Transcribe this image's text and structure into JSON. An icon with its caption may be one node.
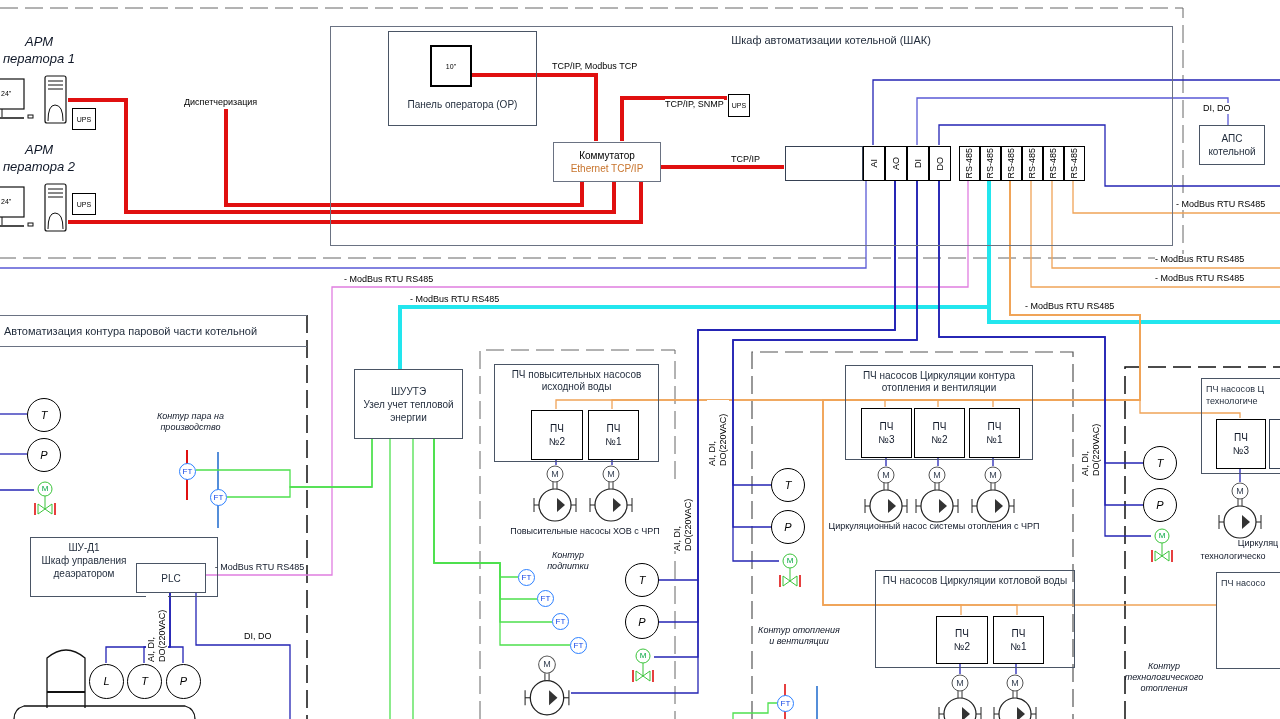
{
  "diagram": {
    "nodes": [
      {
        "text": [
          "Шкаф автоматизации котельной (ШАК)"
        ]
      },
      {
        "text": [
          "24\""
        ],
        "beside": [
          "АРМ ператора 1"
        ]
      },
      {
        "text": [
          "UPS"
        ]
      },
      {
        "text": [
          "24\""
        ],
        "beside": [
          "АРМ ператора 2"
        ]
      },
      {
        "text": [
          "UPS"
        ]
      },
      {
        "text": [
          "Панель оператора (ОР)"
        ],
        "in": 0
      },
      {
        "text": [
          "10\""
        ],
        "in": 5
      },
      {
        "text": [
          "Коммутатор",
          "Ethernet TCP/IP"
        ],
        "in": 0
      },
      {
        "text": [
          "UPS"
        ],
        "in": 0
      },
      {
        "text": [],
        "shape": "box",
        "in": 0
      },
      {
        "text": [
          "AI"
        ],
        "in": 0
      },
      {
        "text": [
          "AO"
        ],
        "in": 0
      },
      {
        "text": [
          "DI"
        ],
        "in": 0
      },
      {
        "text": [
          "DO"
        ],
        "in": 0
      },
      {
        "text": [
          "RS-485"
        ],
        "in": 0
      },
      {
        "text": [
          "RS-485"
        ],
        "in": 0
      },
      {
        "text": [
          "RS-485"
        ],
        "in": 0
      },
      {
        "text": [
          "RS-485"
        ],
        "in": 0
      },
      {
        "text": [
          "RS-485"
        ],
        "in": 0
      },
      {
        "text": [
          "RS-485"
        ],
        "in": 0
      },
      {
        "text": [
          "АПС котельной"
        ]
      },
      {
        "text": [
          "Диспетчеризация"
        ]
      },
      {
        "text": [
          "Автоматизация контура паровой части котельной"
        ]
      },
      {
        "text": [
          "ШУУТЭ",
          "Узел учет тепловой энергии"
        ]
      },
      {
        "text": [
          "ШУ-Д1",
          "Шкаф управления деаэратором"
        ],
        "in": 22
      },
      {
        "text": [
          "PLC"
        ],
        "in": 24
      },
      {
        "text": [
          "T"
        ],
        "in": 22
      },
      {
        "text": [
          "P"
        ],
        "in": 22
      },
      {
        "text": [
          "M"
        ],
        "in": 22
      },
      {
        "text": [
          "FT"
        ],
        "in": 22
      },
      {
        "text": [
          "FT"
        ],
        "in": 22
      },
      {
        "text": [
          "L"
        ],
        "in": 22
      },
      {
        "text": [
          "T"
        ],
        "in": 22
      },
      {
        "text": [
          "P"
        ],
        "in": 22
      },
      {
        "text": [],
        "shape": "picture",
        "in": 22
      },
      {
        "text": [
          "ПЧ повысительных насосов исходной воды"
        ]
      },
      {
        "text": [
          "ПЧ",
          "№2"
        ],
        "in": 35
      },
      {
        "text": [
          "ПЧ",
          "№1"
        ],
        "in": 35
      },
      {
        "text": [
          "M"
        ]
      },
      {
        "text": [
          "M"
        ]
      },
      {
        "text": [
          "FT"
        ]
      },
      {
        "text": [
          "FT"
        ]
      },
      {
        "text": [
          "FT"
        ]
      },
      {
        "text": [
          "FT"
        ]
      },
      {
        "text": [
          "T"
        ]
      },
      {
        "text": [
          "P"
        ]
      },
      {
        "text": [
          "M"
        ]
      },
      {
        "text": [
          "M"
        ]
      },
      {
        "text": [
          "ПЧ насосов Циркуляции контура отопления и вентиляции"
        ]
      },
      {
        "text": [
          "ПЧ",
          "№3"
        ],
        "in": 48
      },
      {
        "text": [
          "ПЧ",
          "№2"
        ],
        "in": 48
      },
      {
        "text": [
          "ПЧ",
          "№1"
        ],
        "in": 48
      },
      {
        "text": [
          "M"
        ]
      },
      {
        "text": [
          "M"
        ]
      },
      {
        "text": [
          "M"
        ]
      },
      {
        "text": [
          "T"
        ]
      },
      {
        "text": [
          "P"
        ]
      },
      {
        "text": [
          "M"
        ]
      },
      {
        "text": [
          "ПЧ насосов Циркуляции котловой воды"
        ]
      },
      {
        "text": [
          "ПЧ",
          "№2"
        ],
        "in": 58
      },
      {
        "text": [
          "ПЧ",
          "№1"
        ],
        "in": 58
      },
      {
        "text": [
          "M"
        ]
      },
      {
        "text": [
          "M"
        ]
      },
      {
        "text": [
          "T"
        ]
      },
      {
        "text": [
          "P"
        ]
      },
      {
        "text": [
          "M"
        ]
      },
      {
        "text": [
          "ПЧ насосов Ц технологиче"
        ]
      },
      {
        "text": [
          "ПЧ",
          "№3"
        ],
        "in": 66
      },
      {
        "text": [],
        "shape": "box",
        "in": 66
      },
      {
        "text": [
          "M"
        ]
      },
      {
        "text": [
          "ПЧ насосо"
        ]
      },
      {
        "text": [
          "FT"
        ]
      }
    ],
    "edges": [
      {
        "from": 1,
        "to": 7,
        "arrow": "none",
        "style": "thick",
        "color": "#e01010"
      },
      {
        "from": 21,
        "to": 7,
        "arrow": "none",
        "style": "thick",
        "color": "#e01010"
      },
      {
        "from": 3,
        "to": 7,
        "arrow": "none",
        "style": "thick",
        "color": "#e01010"
      },
      {
        "from": 6,
        "to": 7,
        "arrow": "none",
        "label": "TCP/IP, Modbus TCP",
        "style": "thick",
        "color": "#e01010"
      },
      {
        "from": 7,
        "to": 8,
        "arrow": "none",
        "label": "TCP/IP, SNMP",
        "style": "thick",
        "color": "#e01010"
      },
      {
        "from": 7,
        "to": 9,
        "arrow": "none",
        "label": "TCP/IP",
        "style": "thick",
        "color": "#e01010"
      },
      {
        "from": 10,
        "to": null,
        "arrow": "none"
      },
      {
        "from": 12,
        "to": 20,
        "arrow": "none",
        "label": "DI, DO",
        "color": "#5a5ad6"
      },
      {
        "from": 13,
        "to": null,
        "arrow": "none"
      },
      {
        "from": 10,
        "to": null,
        "arrow": "none",
        "color": "#5a5ad6"
      },
      {
        "from": 14,
        "to": 25,
        "arrow": "none",
        "label": "- ModBus RTU RS485",
        "color": "#e07ee0"
      },
      {
        "from": 15,
        "to": 23,
        "arrow": "none",
        "label": "- ModBus RTU RS485",
        "style": "thick",
        "color": "#22e6ee"
      },
      {
        "from": 15,
        "to": null,
        "arrow": "none",
        "style": "thick",
        "color": "#22e6ee"
      },
      {
        "from": 16,
        "to": 36,
        "arrow": "none",
        "label": "- ModBus RTU RS485",
        "color": "#f0a458"
      },
      {
        "from": 16,
        "to": 37,
        "arrow": "none",
        "color": "#f0a458"
      },
      {
        "from": 16,
        "to": 49,
        "arrow": "none",
        "color": "#f0a458"
      },
      {
        "from": 16,
        "to": 50,
        "arrow": "none",
        "color": "#f0a458"
      },
      {
        "from": 16,
        "to": 51,
        "arrow": "none",
        "color": "#f0a458"
      },
      {
        "from": 16,
        "to": 59,
        "arrow": "none",
        "color": "#f0a458"
      },
      {
        "from": 16,
        "to": 60,
        "arrow": "none",
        "color": "#f0a458"
      },
      {
        "from": 16,
        "to": 67,
        "arrow": "none",
        "color": "#f0a458"
      },
      {
        "from": 16,
        "to": 70,
        "arrow": "none",
        "color": "#f0a458"
      },
      {
        "from": 17,
        "to": null,
        "arrow": "none",
        "label": "- ModBus RTU RS485",
        "color": "#f0a458"
      },
      {
        "from": 18,
        "to": null,
        "arrow": "none",
        "label": "- ModBus RTU RS485",
        "color": "#f0a458"
      },
      {
        "from": 19,
        "to": null,
        "arrow": "none",
        "label": "- ModBus RTU RS485",
        "color": "#f0a458"
      },
      {
        "from": 11,
        "to": 44,
        "arrow": "none",
        "label": "AI, DI, DO(220VAC)"
      },
      {
        "from": 11,
        "to": 45,
        "arrow": "none"
      },
      {
        "from": 11,
        "to": 46,
        "arrow": "none"
      },
      {
        "from": 11,
        "to": 47,
        "arrow": "none"
      },
      {
        "from": 12,
        "to": 55,
        "arrow": "none",
        "label": "AI, DI, DO(220VAC)"
      },
      {
        "from": 12,
        "to": 56,
        "arrow": "none"
      },
      {
        "from": 12,
        "to": 57,
        "arrow": "none"
      },
      {
        "from": 13,
        "to": 63,
        "arrow": "none",
        "label": "AI, DI, DO(220VAC)"
      },
      {
        "from": 13,
        "to": 64,
        "arrow": "none"
      },
      {
        "from": 13,
        "to": 65,
        "arrow": "none"
      },
      {
        "from": 25,
        "to": 31,
        "arrow": "none",
        "label": "AI, DI, DO(220VAC)"
      },
      {
        "from": 25,
        "to": 32,
        "arrow": "none"
      },
      {
        "from": 25,
        "to": 33,
        "arrow": "none"
      },
      {
        "from": 25,
        "to": null,
        "arrow": "none",
        "label": "DI, DO"
      },
      {
        "from": null,
        "to": 26,
        "arrow": "none"
      },
      {
        "from": null,
        "to": 27,
        "arrow": "none"
      },
      {
        "from": null,
        "to": 28,
        "arrow": "none"
      },
      {
        "from": 29,
        "to": 23,
        "arrow": "none",
        "color": "#4ee04e"
      },
      {
        "from": 30,
        "to": 23,
        "arrow": "none",
        "color": "#4ee04e"
      },
      {
        "from": 40,
        "to": 23,
        "arrow": "none",
        "color": "#4ee04e"
      },
      {
        "from": 41,
        "to": 23,
        "arrow": "none",
        "color": "#4ee04e"
      },
      {
        "from": 42,
        "to": 23,
        "arrow": "none",
        "color": "#4ee04e"
      },
      {
        "from": 43,
        "to": 23,
        "arrow": "none",
        "color": "#4ee04e"
      },
      {
        "from": 23,
        "to": null,
        "arrow": "none",
        "color": "#4ee04e"
      },
      {
        "from": 23,
        "to": null,
        "arrow": "none",
        "color": "#4ee04e"
      },
      {
        "from": null,
        "to": 71,
        "arrow": "none",
        "color": "#4ee04e"
      },
      {
        "from": 36,
        "to": 38,
        "arrow": "none"
      },
      {
        "from": 37,
        "to": 39,
        "arrow": "none"
      },
      {
        "from": 49,
        "to": 52,
        "arrow": "none"
      },
      {
        "from": 50,
        "to": 53,
        "arrow": "none"
      },
      {
        "from": 51,
        "to": 54,
        "arrow": "none"
      },
      {
        "from": 59,
        "to": 61,
        "arrow": "none"
      },
      {
        "from": 60,
        "to": 62,
        "arrow": "none"
      },
      {
        "from": 67,
        "to": 69,
        "arrow": "none"
      }
    ],
    "labels": [
      "Повысительные насосы ХОВ с ЧРП",
      "Контур пара на производство",
      "Контур подпитки",
      "Циркуляционный насос системы отопления с ЧРП",
      "Контур отопления и вентиляции",
      "Контур технологического отопления",
      "Циркуляц",
      "технологическо",
      "- ModBus RTU RS485"
    ]
  }
}
